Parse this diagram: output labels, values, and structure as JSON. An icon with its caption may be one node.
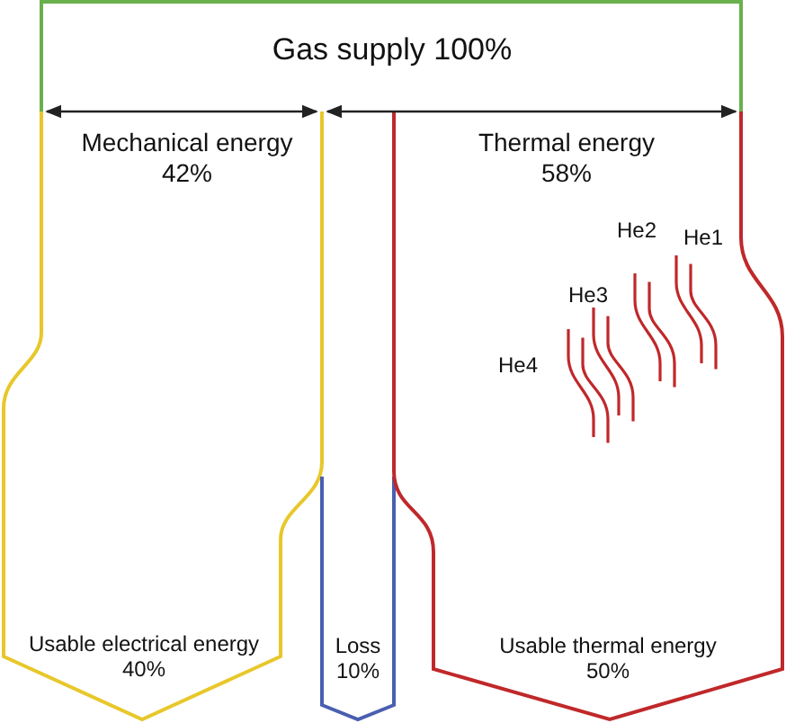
{
  "diagram": {
    "nodes": [
      {
        "text": [
          "Gas supply 100%"
        ]
      },
      {
        "text": [
          "Mechanical energy 42%",
          "Usable electrical energy 40%"
        ]
      },
      {
        "text": [
          "Loss 10%"
        ]
      },
      {
        "text": [
          "Thermal energy 58%",
          "Usable thermal energy 50%"
        ]
      }
    ],
    "edges": [],
    "labels": [
      "He1",
      "He2",
      "He3",
      "He4"
    ]
  }
}
